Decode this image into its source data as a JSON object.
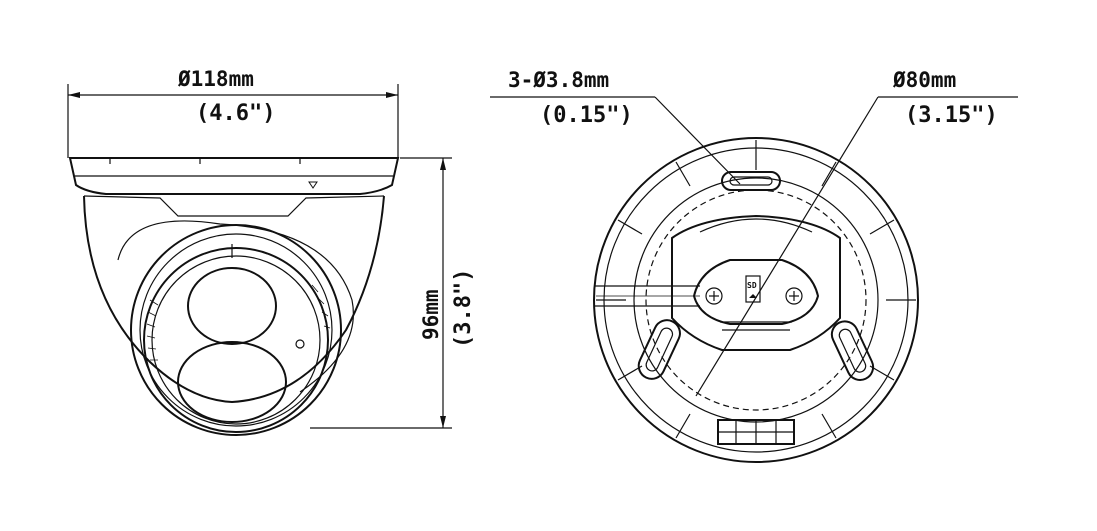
{
  "side_view": {
    "width_metric": "Ø118mm",
    "width_imperial": "(4.6\")",
    "height_metric": "96mm",
    "height_imperial": "(3.8\")"
  },
  "bottom_view": {
    "hole_metric": "3-Ø3.8mm",
    "hole_imperial": "(0.15\")",
    "circle_metric": "Ø80mm",
    "circle_imperial": "(3.15\")",
    "base_label": "SD"
  }
}
